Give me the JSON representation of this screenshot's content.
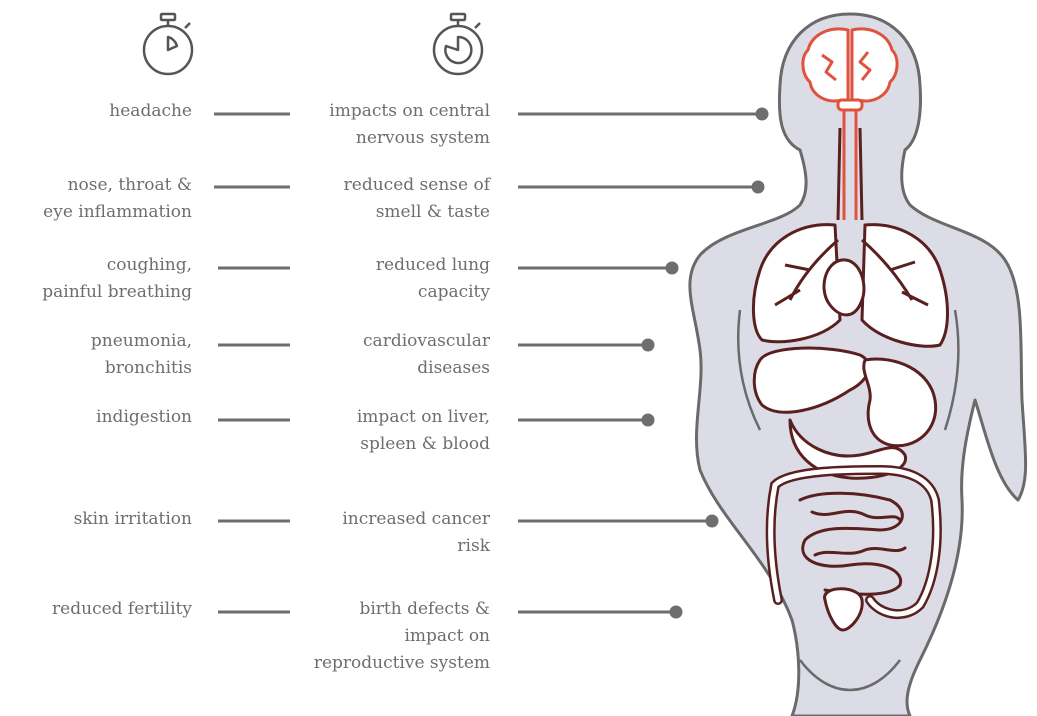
{
  "diagram": {
    "rows": [
      {
        "short_term": "headache",
        "long_term": "impacts on central\nnervous system"
      },
      {
        "short_term": "nose, throat &\neye inflammation",
        "long_term": "reduced sense of\nsmell & taste"
      },
      {
        "short_term": "coughing,\npainful breathing",
        "long_term": "reduced lung\ncapacity"
      },
      {
        "short_term": "pneumonia,\nbronchitis",
        "long_term": "cardiovascular\ndiseases"
      },
      {
        "short_term": "indigestion",
        "long_term": "impact on liver,\nspleen & blood"
      },
      {
        "short_term": "skin irritation",
        "long_term": "increased cancer\nrisk"
      },
      {
        "short_term": "reduced fertility",
        "long_term": "birth defects &\nimpact on\nreproductive system"
      }
    ],
    "icons": {
      "short_term": "stopwatch-short-icon",
      "long_term": "stopwatch-long-icon"
    },
    "colors": {
      "text": "#6e6e6e",
      "connector": "#6e6e6e",
      "body_fill": "#dcdce6",
      "body_outline": "#6a6a6a",
      "brain_nerves": "#e0523d",
      "organs": "#5a1f1f"
    }
  }
}
